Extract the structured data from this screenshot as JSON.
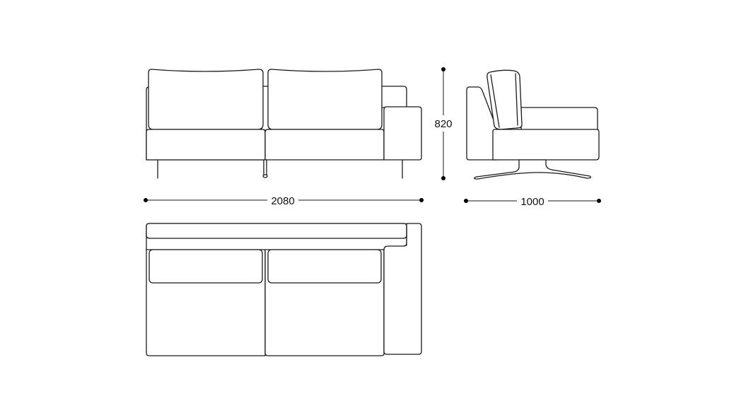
{
  "drawing": {
    "subject": "sofa-dimension-drawing",
    "dimensions": {
      "width_label": "2080",
      "height_label": "820",
      "depth_label": "1000"
    },
    "line_color": "#1a1a1a",
    "background": "#ffffff"
  }
}
